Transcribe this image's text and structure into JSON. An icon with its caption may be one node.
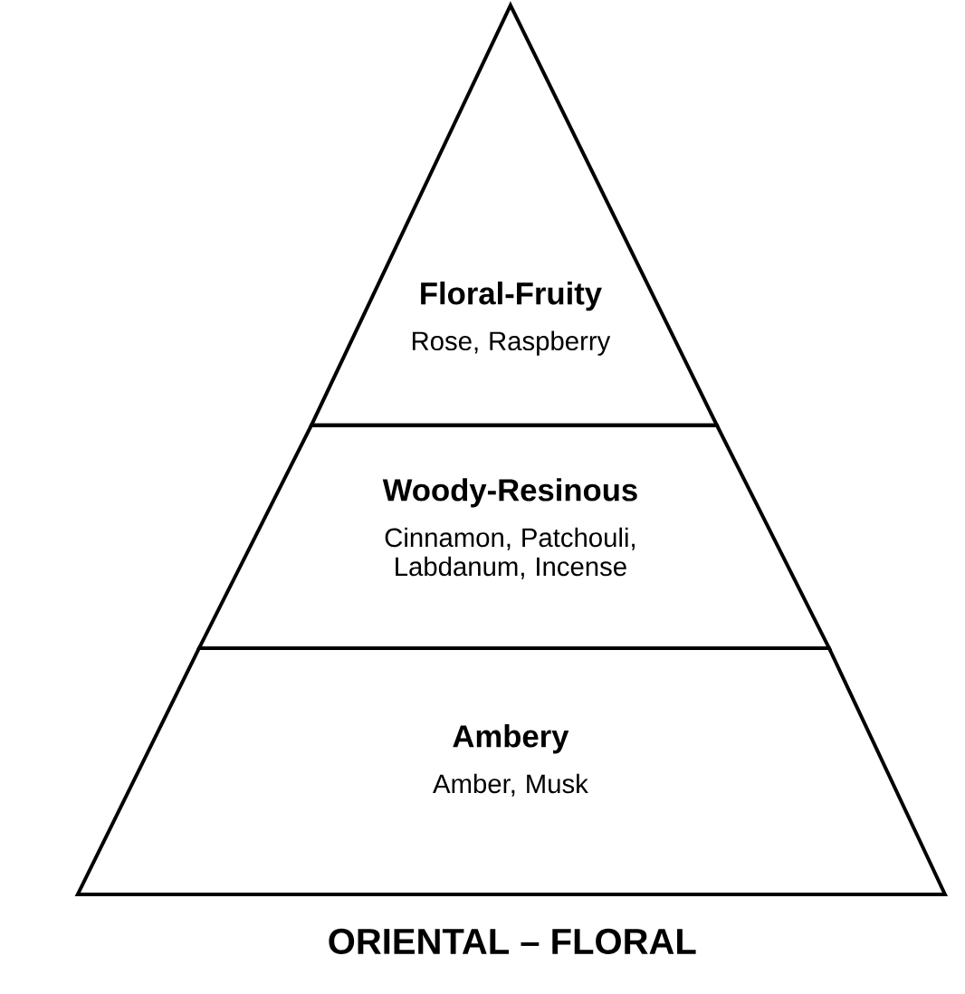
{
  "diagram": {
    "caption": "ORIENTAL – FLORAL",
    "nodes": [
      {
        "text": [
          "Floral-Fruity",
          "Rose, Raspberry"
        ]
      },
      {
        "text": [
          "Woody-Resinous",
          "Cinnamon, Patchouli, Labdanum, Incense"
        ]
      },
      {
        "text": [
          "Ambery",
          "Amber, Musk"
        ]
      }
    ]
  }
}
